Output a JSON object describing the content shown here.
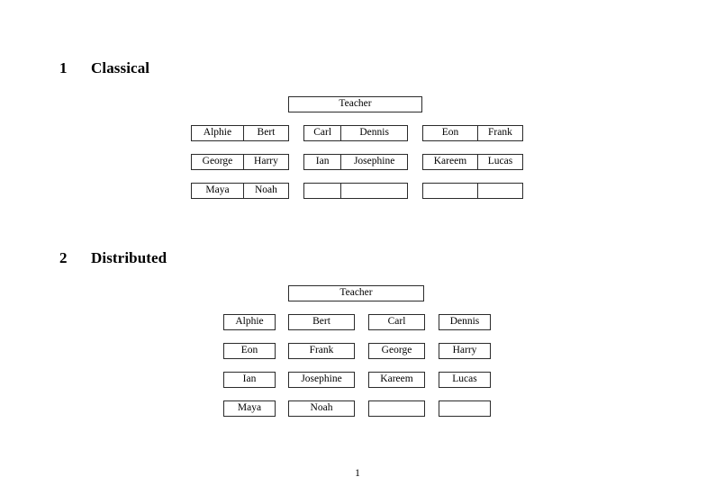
{
  "document": {
    "page_number": "1"
  },
  "sections": [
    {
      "number": "1",
      "title": "Classical",
      "root": {
        "label": "Teacher"
      },
      "groups": [
        {
          "name": "left",
          "rows": [
            {
              "cells": [
                {
                  "label": "Alphie"
                },
                {
                  "label": "Bert"
                }
              ]
            },
            {
              "cells": [
                {
                  "label": "George"
                },
                {
                  "label": "Harry"
                }
              ]
            },
            {
              "cells": [
                {
                  "label": "Maya"
                },
                {
                  "label": "Noah"
                }
              ]
            }
          ]
        },
        {
          "name": "middle",
          "rows": [
            {
              "cells": [
                {
                  "label": "Carl"
                },
                {
                  "label": "Dennis"
                }
              ]
            },
            {
              "cells": [
                {
                  "label": "Ian"
                },
                {
                  "label": "Josephine"
                }
              ]
            },
            {
              "cells": [
                {
                  "label": ""
                },
                {
                  "label": ""
                }
              ]
            }
          ]
        },
        {
          "name": "right",
          "rows": [
            {
              "cells": [
                {
                  "label": "Eon"
                },
                {
                  "label": "Frank"
                }
              ]
            },
            {
              "cells": [
                {
                  "label": "Kareem"
                },
                {
                  "label": "Lucas"
                }
              ]
            },
            {
              "cells": [
                {
                  "label": ""
                },
                {
                  "label": ""
                }
              ]
            }
          ]
        }
      ]
    },
    {
      "number": "2",
      "title": "Distributed",
      "root": {
        "label": "Teacher"
      },
      "rows": [
        {
          "cells": [
            {
              "label": "Alphie"
            },
            {
              "label": "Bert"
            },
            {
              "label": "Carl"
            },
            {
              "label": "Dennis"
            }
          ]
        },
        {
          "cells": [
            {
              "label": "Eon"
            },
            {
              "label": "Frank"
            },
            {
              "label": "George"
            },
            {
              "label": "Harry"
            }
          ]
        },
        {
          "cells": [
            {
              "label": "Ian"
            },
            {
              "label": "Josephine"
            },
            {
              "label": "Kareem"
            },
            {
              "label": "Lucas"
            }
          ]
        },
        {
          "cells": [
            {
              "label": "Maya"
            },
            {
              "label": "Noah"
            },
            {
              "label": ""
            },
            {
              "label": ""
            }
          ]
        }
      ]
    }
  ]
}
